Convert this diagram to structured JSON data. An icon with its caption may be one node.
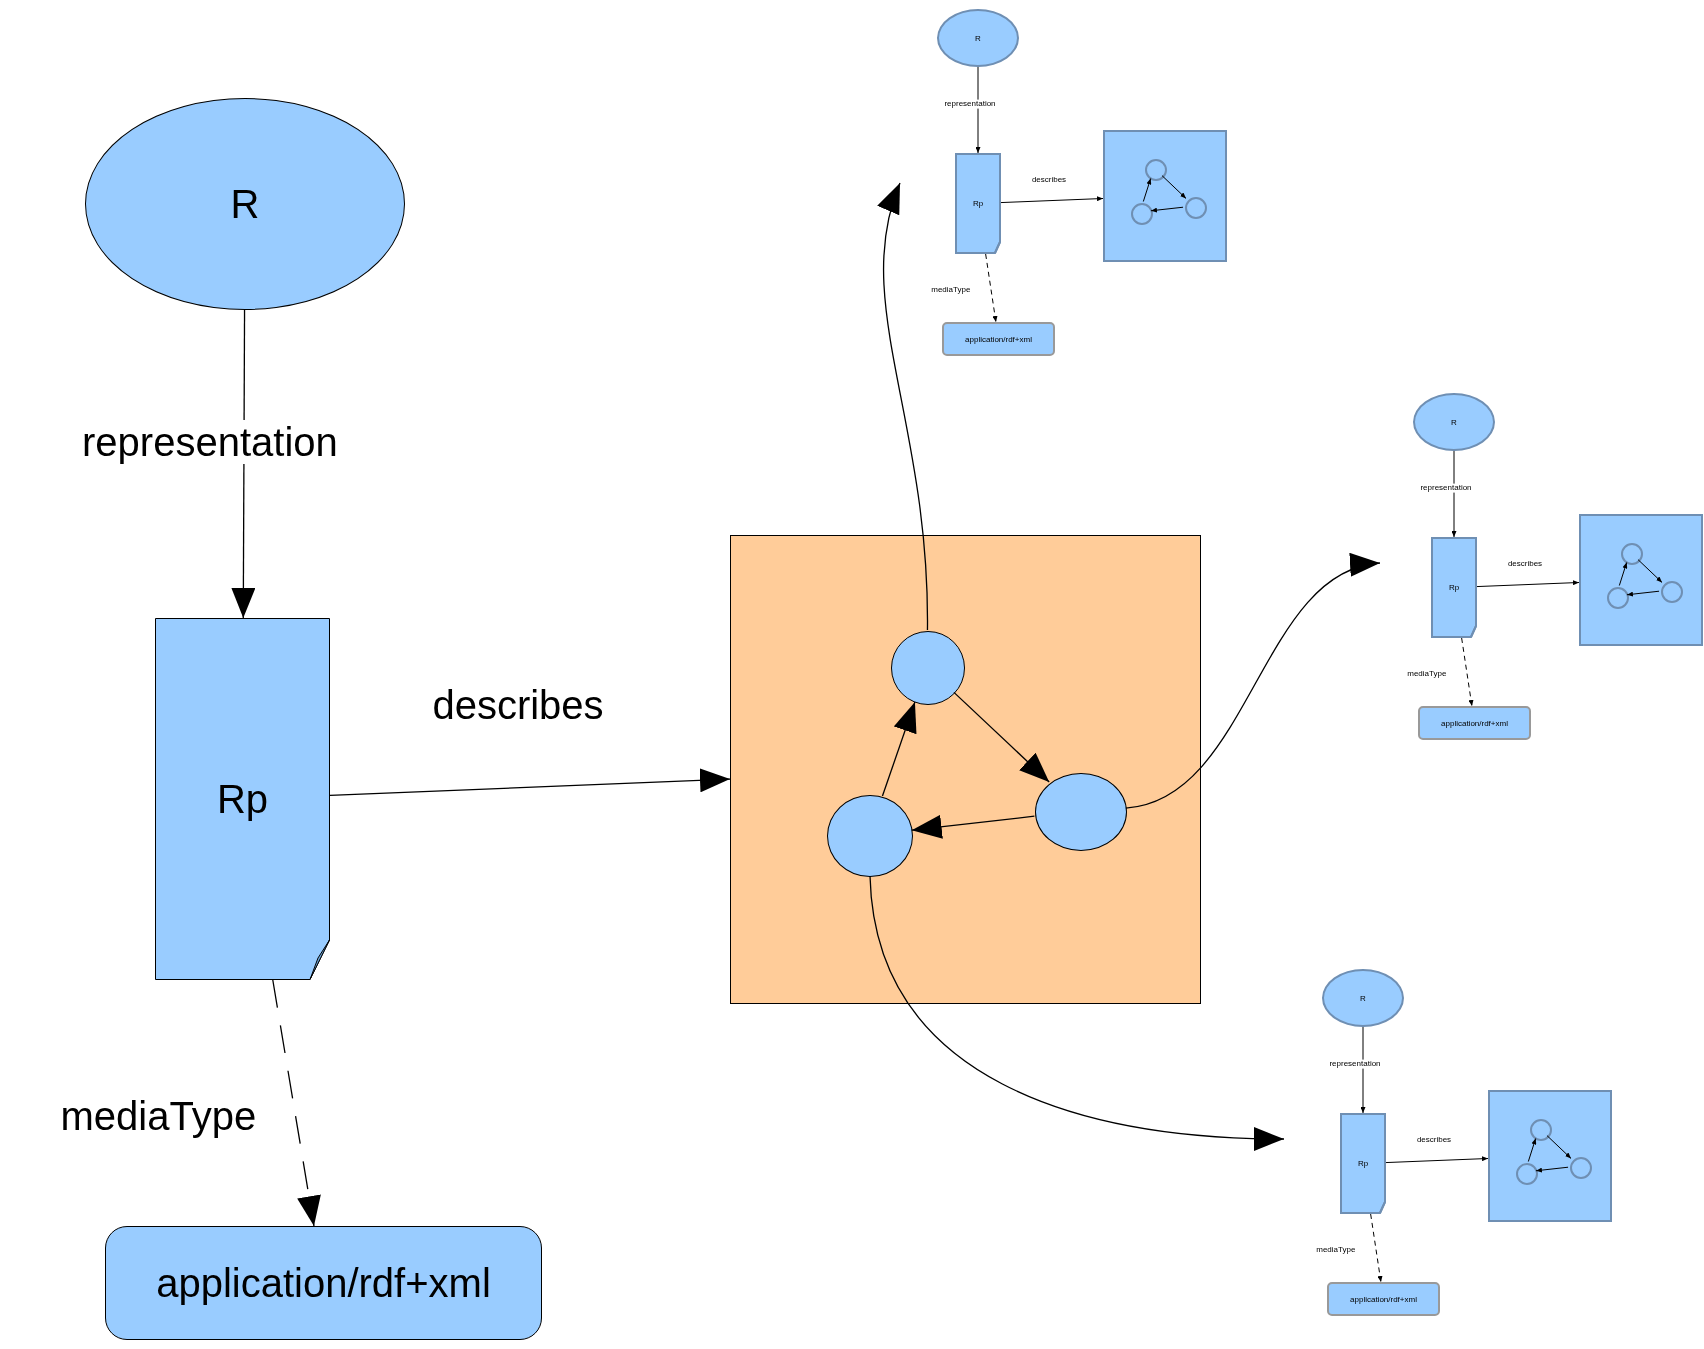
{
  "diagram": {
    "nodes": [
      {
        "text": [
          "R"
        ]
      },
      {
        "text": [
          "Rp"
        ]
      },
      {
        "text": [
          "application/rdf+xml"
        ]
      },
      {
        "text": [],
        "shape": "box"
      },
      {
        "text": [],
        "shape": "circle",
        "in": 3
      },
      {
        "text": [],
        "shape": "circle",
        "in": 3
      },
      {
        "text": [],
        "shape": "circle",
        "in": 3
      },
      {
        "text": [
          "R"
        ]
      },
      {
        "text": [
          "Rp"
        ]
      },
      {
        "text": [],
        "shape": "box"
      },
      {
        "text": [],
        "shape": "circle",
        "in": 9
      },
      {
        "text": [],
        "shape": "circle",
        "in": 9
      },
      {
        "text": [],
        "shape": "circle",
        "in": 9
      },
      {
        "text": [
          "application/rdf+xml"
        ]
      },
      {
        "text": [
          "R"
        ]
      },
      {
        "text": [
          "Rp"
        ]
      },
      {
        "text": [],
        "shape": "box"
      },
      {
        "text": [],
        "shape": "circle",
        "in": 16
      },
      {
        "text": [],
        "shape": "circle",
        "in": 16
      },
      {
        "text": [],
        "shape": "circle",
        "in": 16
      },
      {
        "text": [
          "application/rdf+xml"
        ]
      },
      {
        "text": [
          "R"
        ]
      },
      {
        "text": [
          "Rp"
        ]
      },
      {
        "text": [],
        "shape": "box"
      },
      {
        "text": [],
        "shape": "circle",
        "in": 23
      },
      {
        "text": [],
        "shape": "circle",
        "in": 23
      },
      {
        "text": [],
        "shape": "circle",
        "in": 23
      },
      {
        "text": [
          "application/rdf+xml"
        ]
      }
    ],
    "edges": [
      {
        "from": 0,
        "to": 1,
        "arrow": "to",
        "label": "representation"
      },
      {
        "from": 1,
        "to": 3,
        "arrow": "to",
        "label": "describes"
      },
      {
        "from": 1,
        "to": 2,
        "arrow": "to",
        "label": "mediaType",
        "style": "dashed"
      },
      {
        "from": 4,
        "to": 5,
        "arrow": "to"
      },
      {
        "from": 5,
        "to": 6,
        "arrow": "to"
      },
      {
        "from": 6,
        "to": 4,
        "arrow": "to"
      },
      {
        "from": 4,
        "to": null,
        "arrow": "to"
      },
      {
        "from": 5,
        "to": null,
        "arrow": "to"
      },
      {
        "from": 6,
        "to": null,
        "arrow": "to"
      },
      {
        "from": 7,
        "to": 8,
        "arrow": "to",
        "label": "representation"
      },
      {
        "from": 8,
        "to": 9,
        "arrow": "to",
        "label": "describes"
      },
      {
        "from": 8,
        "to": 13,
        "arrow": "to",
        "label": "mediaType",
        "style": "dashed"
      },
      {
        "from": 10,
        "to": 11,
        "arrow": "to"
      },
      {
        "from": 11,
        "to": 12,
        "arrow": "to"
      },
      {
        "from": 12,
        "to": 10,
        "arrow": "to"
      },
      {
        "from": 14,
        "to": 15,
        "arrow": "to",
        "label": "representation"
      },
      {
        "from": 15,
        "to": 16,
        "arrow": "to",
        "label": "describes"
      },
      {
        "from": 15,
        "to": 20,
        "arrow": "to",
        "label": "mediaType",
        "style": "dashed"
      },
      {
        "from": 17,
        "to": 18,
        "arrow": "to"
      },
      {
        "from": 18,
        "to": 19,
        "arrow": "to"
      },
      {
        "from": 19,
        "to": 17,
        "arrow": "to"
      },
      {
        "from": 21,
        "to": 22,
        "arrow": "to",
        "label": "representation"
      },
      {
        "from": 22,
        "to": 23,
        "arrow": "to",
        "label": "describes"
      },
      {
        "from": 22,
        "to": 27,
        "arrow": "to",
        "label": "mediaType",
        "style": "dashed"
      },
      {
        "from": 24,
        "to": 25,
        "arrow": "to"
      },
      {
        "from": 25,
        "to": 26,
        "arrow": "to"
      },
      {
        "from": 26,
        "to": 24,
        "arrow": "to"
      }
    ]
  }
}
